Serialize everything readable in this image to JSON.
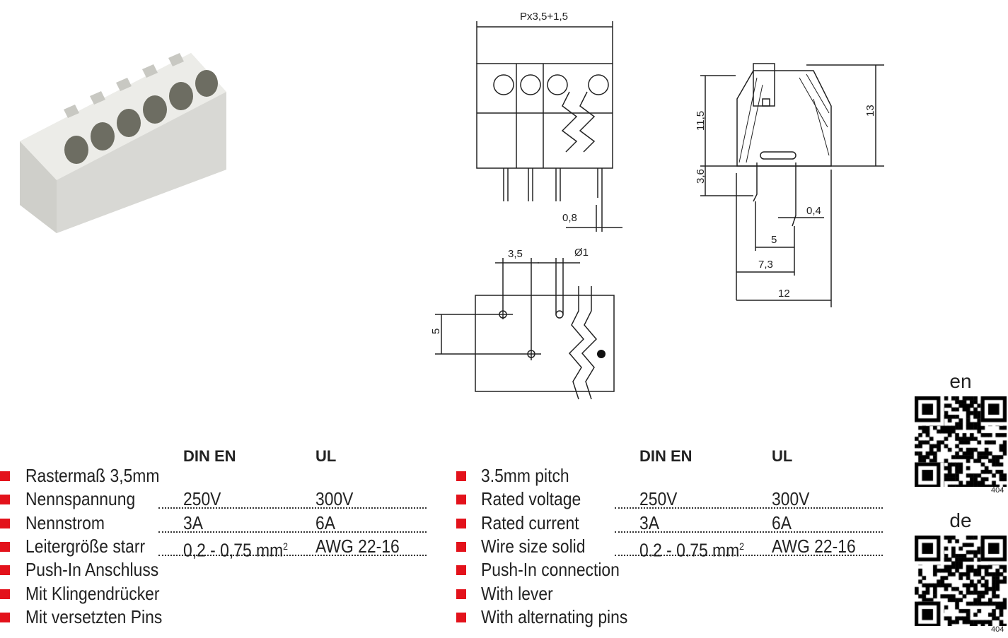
{
  "drawing_labels": {
    "pitch": "Px3,5+1,5",
    "pin_width": "0,8",
    "hole_pitch": "3,5",
    "hole_diameter": "Ø1",
    "row_offset": "5",
    "height_body": "11,5",
    "pin_length": "3,6",
    "height_total": "13",
    "pin_thickness": "0,4",
    "side_pin_spacing": "5",
    "side_pin_offset": "7,3",
    "depth": "12"
  },
  "spec_de": {
    "col_din": "DIN EN",
    "col_ul": "UL",
    "rows": [
      {
        "label": "Rastermaß 3,5mm"
      },
      {
        "label": "Nennspannung",
        "din": "250V",
        "ul": "300V"
      },
      {
        "label": "Nennstrom",
        "din": "3A",
        "ul": "6A"
      },
      {
        "label": "Leitergröße starr",
        "din": "0,2 - 0,75 mm",
        "din_sup": "2",
        "ul": "AWG 22-16"
      },
      {
        "label": "Push-In Anschluss"
      },
      {
        "label": "Mit Klingendrücker"
      },
      {
        "label": "Mit versetzten Pins"
      }
    ]
  },
  "spec_en": {
    "col_din": "DIN EN",
    "col_ul": "UL",
    "rows": [
      {
        "label": "3.5mm pitch"
      },
      {
        "label": "Rated voltage",
        "din": "250V",
        "ul": "300V"
      },
      {
        "label": "Rated current",
        "din": "3A",
        "ul": "6A"
      },
      {
        "label": "Wire size solid",
        "din": "0.2 - 0.75 mm",
        "din_sup": "2",
        "ul": "AWG 22-16"
      },
      {
        "label": "Push-In connection"
      },
      {
        "label": "With lever"
      },
      {
        "label": "With alternating pins"
      }
    ]
  },
  "qr": {
    "en_label": "en",
    "en_code": "404",
    "de_label": "de",
    "de_code": "404"
  },
  "colors": {
    "bullet": "#e3121b"
  }
}
